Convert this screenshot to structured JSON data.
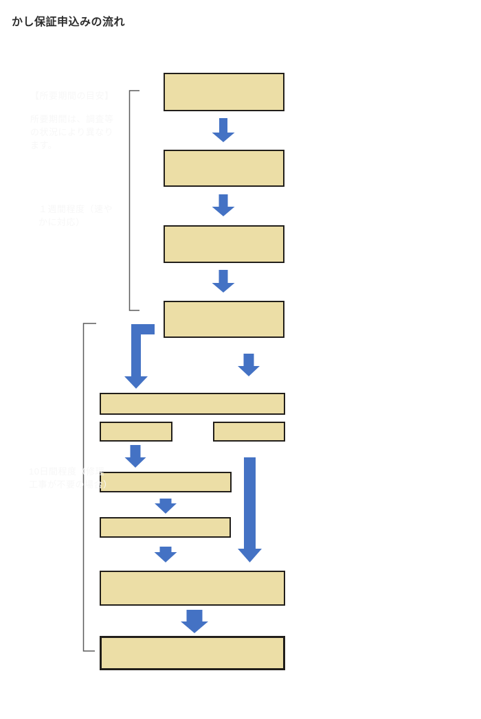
{
  "page": {
    "title": "かし保証申込みの流れ"
  },
  "colors": {
    "background": "#ffffff",
    "box_fill": "#ecdea6",
    "box_border": "#211e1a",
    "arrow_blue": "#4472c4",
    "bracket_gray": "#5a5a5a",
    "title_text": "#2d2d2d",
    "ghost_text": "#f7f7f7"
  },
  "flowchart": {
    "description_of_boxes": "eleven empty tan process boxes connected by blue arrows; two thin gray side brackets group phase 1 (steps 1-4) and phase 2 (remaining steps)",
    "box_labels": [
      "",
      "",
      "",
      "",
      "",
      "",
      "",
      "",
      "",
      "",
      ""
    ]
  },
  "ghost_annotations": [
    {
      "text": "【所要期間の目安】"
    },
    {
      "text": "所要期間は、調査等の状況により異なります。"
    },
    {
      "text": "１週間程度（速やかに対応）"
    },
    {
      "text": "10日間程度（修理工事が不要の場合）"
    }
  ]
}
